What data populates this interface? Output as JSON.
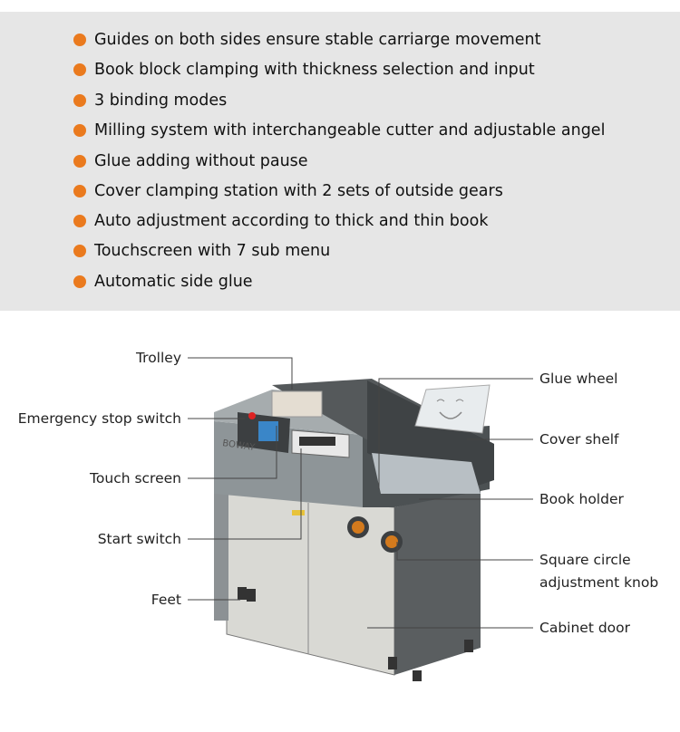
{
  "features": [
    "Guides on both sides ensure stable carriarge movement",
    "Book block clamping with thickness selection and input",
    "3 binding modes",
    "Milling system with interchangeable cutter and adjustable angel",
    "Glue adding without pause",
    "Cover clamping station with 2 sets of outside gears",
    "Auto adjustment according to thick and thin book",
    "Touchscreen with 7 sub menu",
    "Automatic side glue"
  ],
  "callouts_left": [
    "Trolley",
    "Emergency stop switch",
    "Touch screen",
    "Start switch",
    "Feet"
  ],
  "callouts_right": [
    "Glue wheel",
    "Cover shelf",
    "Book holder",
    "Square circle",
    "adjustment knob",
    "Cabinet door"
  ],
  "brand_logo": "BOWAY",
  "colors": {
    "bullet": "#ea7a1e",
    "panel": "#e6e6e6"
  }
}
